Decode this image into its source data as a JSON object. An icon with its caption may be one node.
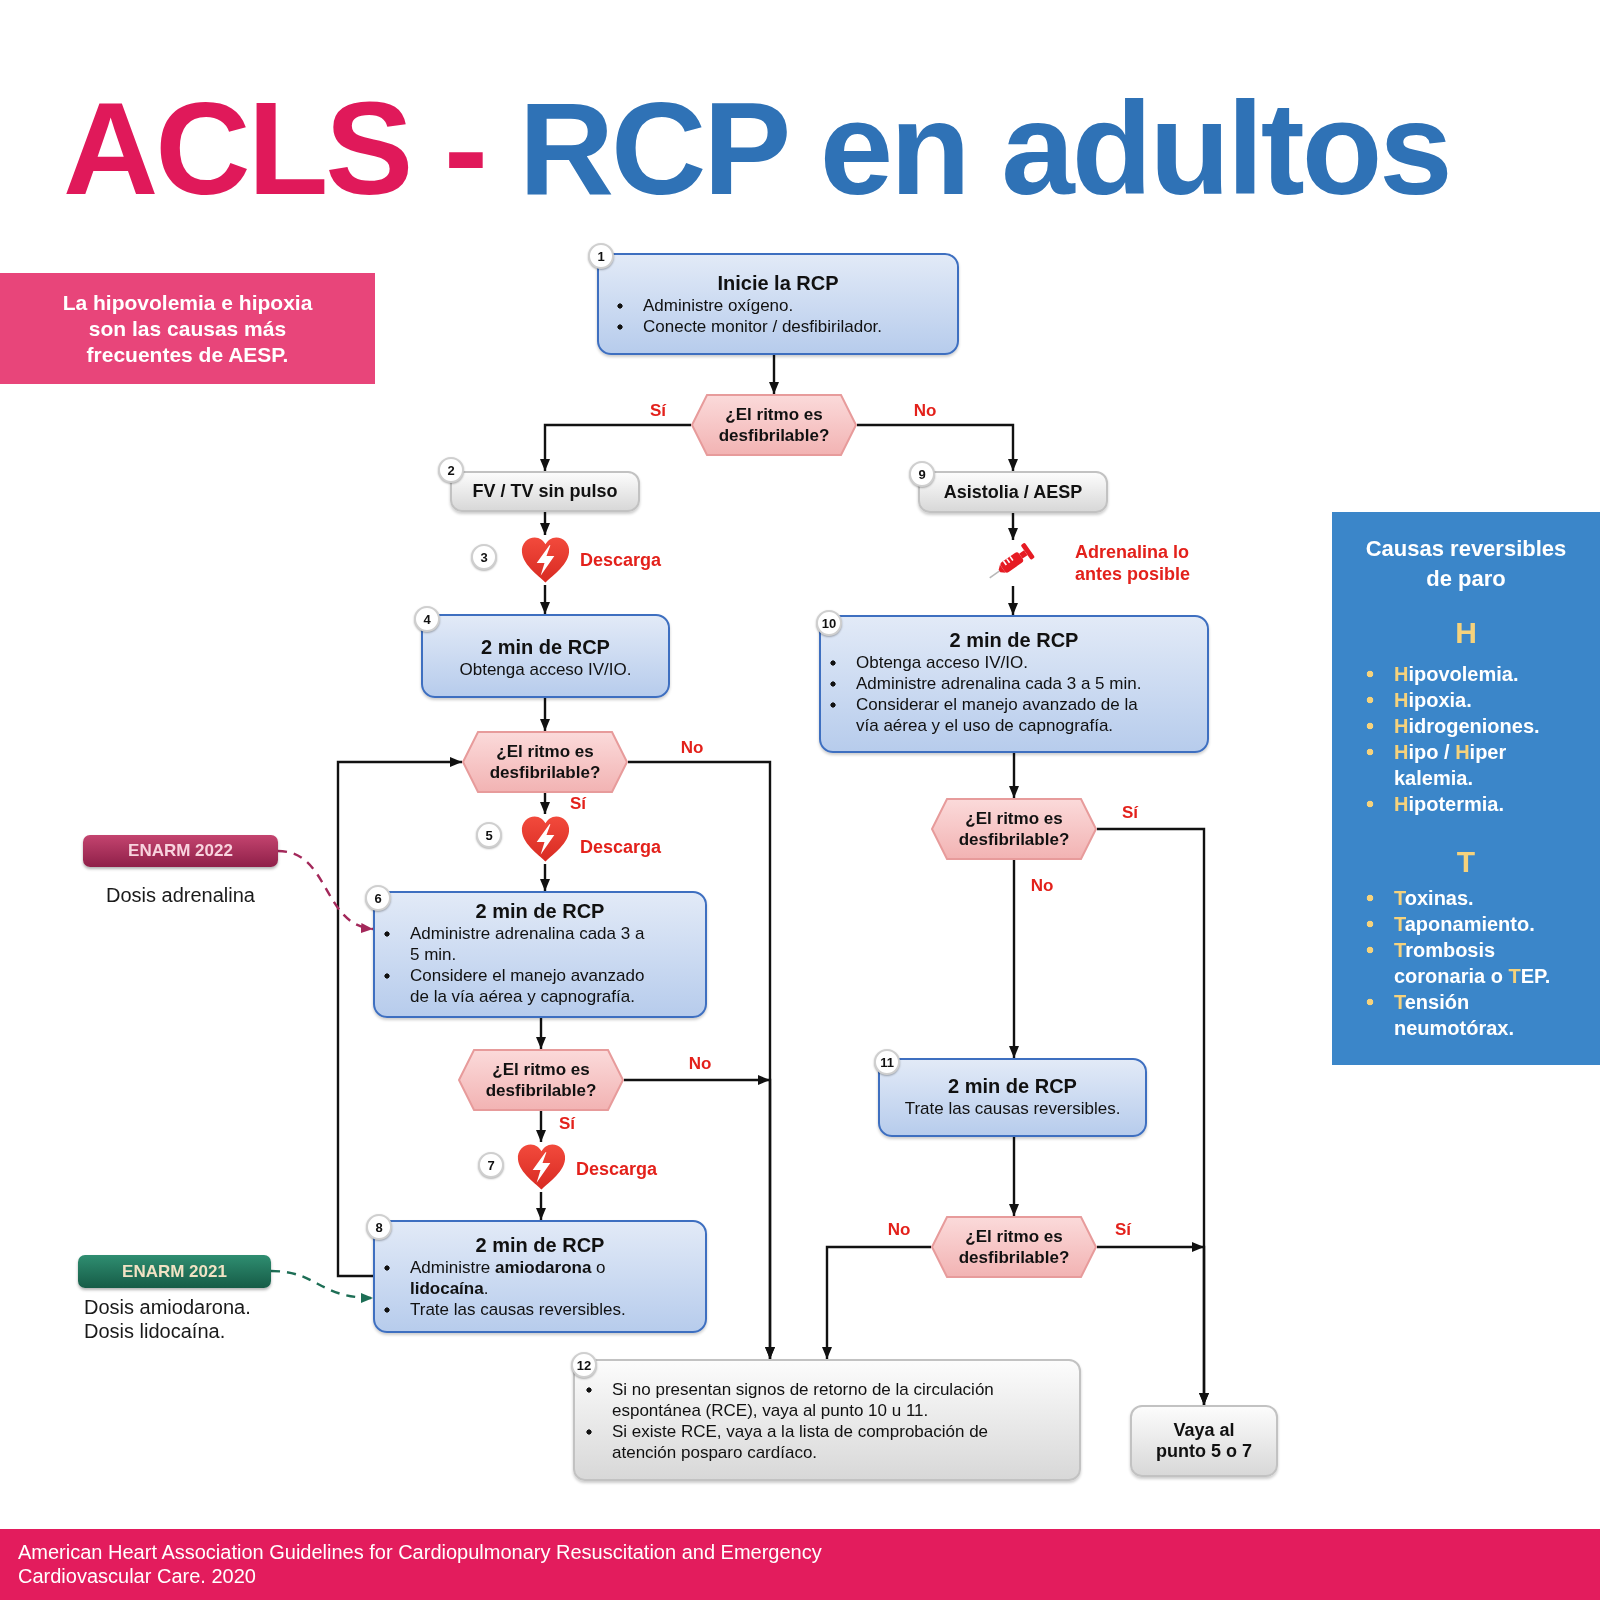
{
  "diagram": {
    "title": "ACLS - RCP en adultos",
    "nodes": [
      {
        "text": [
          "La hipovolemia e hipoxia son las causas más frecuentes de AESP."
        ]
      },
      {
        "text": [
          "1",
          "Inicie la RCP",
          "Administre oxígeno.",
          "Conecte monitor / desfibirilador."
        ]
      },
      {
        "text": [
          "¿El ritmo es desfibrilable?"
        ]
      },
      {
        "text": [
          "2",
          "FV / TV sin pulso"
        ]
      },
      {
        "text": [
          "9",
          "Asistolia / AESP"
        ]
      },
      {
        "text": [
          "Descarga"
        ],
        "beside": [
          "3"
        ]
      },
      {
        "text": [
          "Adrenalina lo antes posible"
        ]
      },
      {
        "text": [
          "Causas reversibles de paro",
          "H",
          "Hipovolemia.",
          "Hipoxia.",
          "Hidrogeniones.",
          "Hipo / Hiper kalemia.",
          "Hipotermia.",
          "T",
          "Toxinas.",
          "Taponamiento.",
          "Trombosis coronaria o TEP.",
          "Tensión neumotórax."
        ]
      },
      {
        "text": [
          "4",
          "2 min de RCP",
          "Obtenga acceso IV/IO."
        ]
      },
      {
        "text": [
          "10",
          "2 min de RCP",
          "Obtenga acceso IV/IO.",
          "Administre adrenalina cada 3 a 5 min.",
          "Considerar el manejo avanzado de la vía aérea y el uso de capnografía."
        ]
      },
      {
        "text": [
          "¿El ritmo es desfibrilable?"
        ]
      },
      {
        "text": [
          "Descarga"
        ],
        "beside": [
          "5"
        ]
      },
      {
        "text": [
          "¿El ritmo es desfibrilable?"
        ]
      },
      {
        "text": [
          "ENARM 2022"
        ],
        "beside": [
          "Dosis adrenalina"
        ]
      },
      {
        "text": [
          "6",
          "2 min de RCP",
          "Administre adrenalina cada 3 a 5 min.",
          "Considere el manejo avanzado de la vía aérea y capnografía."
        ]
      },
      {
        "text": [
          "¿El ritmo es desfibrilable?"
        ]
      },
      {
        "text": [
          "11",
          "2 min de RCP",
          "Trate las causas reversibles."
        ]
      },
      {
        "text": [
          "Descarga"
        ],
        "beside": [
          "7"
        ]
      },
      {
        "text": [
          "ENARM 2021"
        ],
        "beside": [
          "Dosis amiodarona.",
          "Dosis lidocaína."
        ]
      },
      {
        "text": [
          "8",
          "2 min de RCP",
          "Administre **amiodarona** o **lidocaína**.",
          "Trate las causas reversibles."
        ]
      },
      {
        "text": [
          "¿El ritmo es desfibrilable?"
        ]
      },
      {
        "text": [
          "12",
          "Si no presentan signos de retorno de la circulación espontánea (RCE), vaya al punto 10 u 11.",
          "Si existe RCE, vaya a la lista de comprobación de atención posparo cardíaco."
        ]
      },
      {
        "text": [
          "Vaya al punto 5 o 7"
        ]
      }
    ],
    "edges": [
      {
        "from": 1,
        "to": 2,
        "arrow": "to"
      },
      {
        "from": 2,
        "to": 3,
        "arrow": "to",
        "label": "Sí"
      },
      {
        "from": 2,
        "to": 4,
        "arrow": "to",
        "label": "No"
      },
      {
        "from": 3,
        "to": 5,
        "arrow": "to"
      },
      {
        "from": 4,
        "to": 6,
        "arrow": "to"
      },
      {
        "from": 5,
        "to": 8,
        "arrow": "to"
      },
      {
        "from": 6,
        "to": 9,
        "arrow": "to"
      },
      {
        "from": 8,
        "to": 10,
        "arrow": "to"
      },
      {
        "from": 10,
        "to": 11,
        "arrow": "to",
        "label": "Sí"
      },
      {
        "from": 10,
        "to": 21,
        "arrow": "to",
        "label": "No"
      },
      {
        "from": 11,
        "to": 14,
        "arrow": "to"
      },
      {
        "from": 14,
        "to": 15,
        "arrow": "to"
      },
      {
        "from": 15,
        "to": 17,
        "arrow": "to",
        "label": "Sí"
      },
      {
        "from": 15,
        "to": 21,
        "arrow": "to",
        "label": "No"
      },
      {
        "from": 17,
        "to": 19,
        "arrow": "to"
      },
      {
        "from": 19,
        "to": 10,
        "arrow": "to"
      },
      {
        "from": 9,
        "to": 12,
        "arrow": "to"
      },
      {
        "from": 12,
        "to": 16,
        "arrow": "to",
        "label": "No"
      },
      {
        "from": 12,
        "to": 22,
        "arrow": "to",
        "label": "Sí"
      },
      {
        "from": 16,
        "to": 20,
        "arrow": "to"
      },
      {
        "from": 20,
        "to": 22,
        "arrow": "to",
        "label": "Sí"
      },
      {
        "from": 20,
        "to": 21,
        "arrow": "to",
        "label": "No"
      },
      {
        "from": 13,
        "to": 14,
        "arrow": "to",
        "style": "dashed",
        "color": "#a3285a"
      },
      {
        "from": 18,
        "to": 19,
        "arrow": "to",
        "style": "dashed",
        "color": "#1d6e55"
      }
    ],
    "caption": "American Heart Association Guidelines for Cardiopulmonary Resuscitation and Emergency Cardiovascular Care. 2020"
  }
}
